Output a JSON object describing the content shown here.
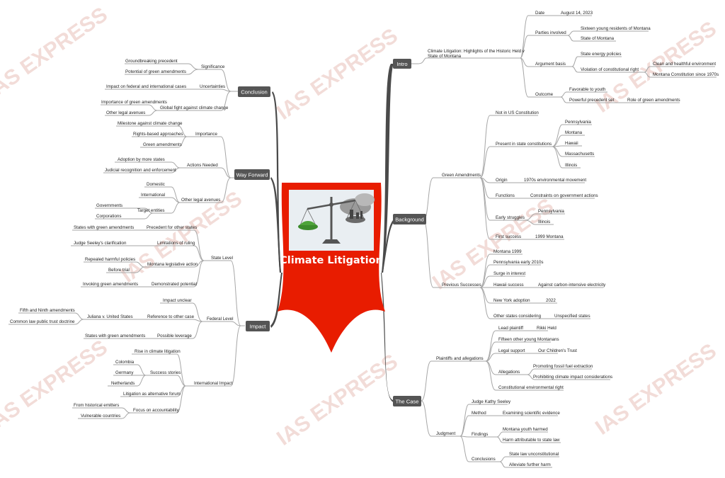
{
  "center": {
    "title": "Climate Litigation",
    "image_icon": "scales-of-justice-icon"
  },
  "watermark": "IAS EXPRESS",
  "colors": {
    "center": "#e81c00",
    "branch_box": "#555555",
    "branch_line": "#4a4a4a",
    "sub_line": "#a6a6a6",
    "background": "#ffffff"
  },
  "branches": {
    "intro": {
      "label": "Intro",
      "topic": [
        "Climate Litigation: Highlights of the Historic Held v",
        "State of Montana"
      ],
      "date_label": "Date",
      "date_value": "August 14, 2023",
      "parties_label": "Parties involved",
      "party1": "Sixteen young residents of Montana",
      "party2": "State of Montana",
      "argument_label": "Argument basis",
      "argument1": "State energy policies",
      "argument2": "Violation of constitutional right",
      "right1": "Clean and healthful environment",
      "right2": "Montana Constitution since 1970s",
      "outcome_label": "Outcome",
      "outcome1": "Favorable to youth",
      "outcome2": "Powerful precedent set",
      "outcome2_note": "Role of green amendments"
    },
    "background": {
      "label": "Background",
      "green_amendments": "Green Amendments",
      "not_us": "Not in US Constitution",
      "present_label": "Present in state constitutions",
      "states": [
        "Pennsylvania",
        "Montana",
        "Hawaii",
        "Massachusetts",
        "Illinois"
      ],
      "origin_label": "Origin",
      "origin_value": "1970s environmental movement",
      "functions_label": "Functions",
      "functions_value": "Constraints on government actions",
      "early_label": "Early struggles",
      "early": [
        "Pennsylvania",
        "Illinois"
      ],
      "first_label": "First success",
      "first_value": "1999 Montana",
      "previous_label": "Previous Successes",
      "montana": "Montana 1999",
      "pennsylvania": "Pennsylvania early 2010s",
      "surge": "Surge in interest",
      "hawaii_label": "Hawaii success",
      "hawaii_value": "Against carbon-intensive electricity",
      "ny_label": "New York adoption",
      "ny_value": "2022",
      "other_label": "Other states considering",
      "other_value": "Unspecified states"
    },
    "the_case": {
      "label": "The Case",
      "plaintiffs_label": "Plaintiffs and allegations",
      "lead_label": "Lead plaintiff",
      "lead_value": "Rikki Held",
      "fifteen": "Fifteen other young Montanans",
      "legal_label": "Legal support",
      "legal_value": "Our Children's Trust",
      "allegations_label": "Allegations",
      "allegation1": "Promoting fossil fuel extraction",
      "allegation2": "Prohibiting climate impact considerations",
      "constitutional": "Constitutional environmental right",
      "judgment_label": "Judgment",
      "judge": "Judge Kathy Seeley",
      "method_label": "Method",
      "method_value": "Examining scientific evidence",
      "findings_label": "Findings",
      "finding1": "Montana youth harmed",
      "finding2": "Harm attributable to state law",
      "conclusions_label": "Conclusions",
      "conclusion1": "State law unconstitutional",
      "conclusion2": "Alleviate further harm"
    },
    "conclusion": {
      "label": "Conclusion",
      "significance_label": "Significance",
      "sig1": "Groundbreaking precedent",
      "sig2": "Potential of green amendments",
      "uncertainties_label": "Uncertainties",
      "unc1": "Impact on federal and international cases",
      "global_label": "Global fight against climate change",
      "glob1": "Importance of green amendments",
      "glob2": "Other legal avenues"
    },
    "way_forward": {
      "label": "Way Forward",
      "importance_label": "Importance",
      "imp1": "Milestone against climate change",
      "imp2": "Rights-based approaches",
      "imp3": "Green amendments",
      "actions_label": "Actions Needed",
      "act1": "Adoption by more states",
      "act2": "Judicial recognition and enforcement",
      "other_label": "Other legal avenues",
      "oth1": "Domestic",
      "oth2": "International",
      "target_label": "Target entities",
      "tgt1": "Governments",
      "tgt2": "Corporations"
    },
    "impact": {
      "label": "Impact",
      "state_label": "State Level",
      "precedent_label": "Precedent for other states",
      "precedent_value": "States with green amendments",
      "limitations_label": "Limitations of ruling",
      "limitations_value": "Judge Seeley's clarification",
      "montana_label": "Montana legislative action",
      "montana1": "Repealed harmful policies",
      "montana2": "Before trial",
      "demonstrated_label": "Demonstrated potential",
      "demonstrated_value": "Invoking green amendments",
      "federal_label": "Federal Level",
      "fed_unclear": "Impact unclear",
      "reference_label": "Reference to other case",
      "juliana": "Juliana v. United States",
      "fifth": "Fifth and Ninth amendments",
      "common": "Common law public trust doctrine",
      "leverage_label": "Possible leverage",
      "leverage_value": "States with green amendments",
      "international_label": "International Impact",
      "rise": "Rise in climate litigation",
      "success_label": "Success stories",
      "countries": [
        "Colombia",
        "Germany",
        "Netherlands"
      ],
      "alternative": "Litigation as alternative forum",
      "focus_label": "Focus on accountability",
      "focus1": "From historical emitters",
      "focus2": "Vulnerable countries"
    }
  }
}
